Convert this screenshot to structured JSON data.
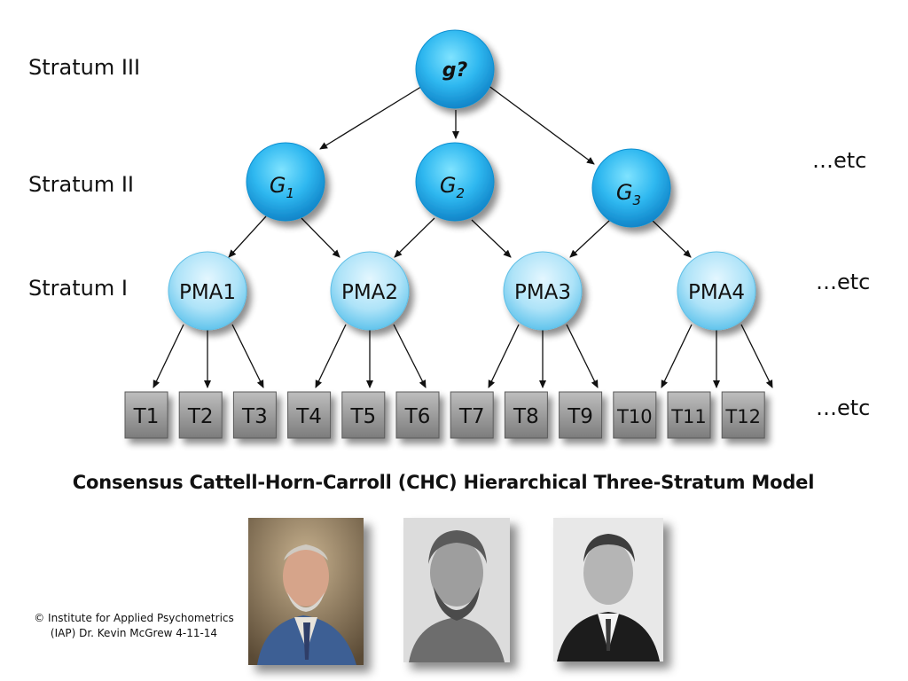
{
  "strata": [
    {
      "label": "Stratum III"
    },
    {
      "label": "Stratum II"
    },
    {
      "label": "Stratum I"
    }
  ],
  "etc_labels": [
    "…etc",
    "…etc",
    "…etc"
  ],
  "top_node": {
    "label": "g?"
  },
  "broad_nodes": [
    {
      "base": "G",
      "sub": "1"
    },
    {
      "base": "G",
      "sub": "2"
    },
    {
      "base": "G",
      "sub": "3"
    }
  ],
  "narrow_nodes": [
    "PMA1",
    "PMA2",
    "PMA3",
    "PMA4"
  ],
  "tests": [
    "T1",
    "T2",
    "T3",
    "T4",
    "T5",
    "T6",
    "T7",
    "T8",
    "T9",
    "T10",
    "T11",
    "T12"
  ],
  "caption": "Consensus Cattell-Horn-Carroll (CHC) Hierarchical Three-Stratum Model",
  "copyright": {
    "line1": "© Institute for Applied Psychometrics",
    "line2": "(IAP)  Dr. Kevin McGrew   4-11-14"
  },
  "colors": {
    "node_dark": "#1aa8e8",
    "node_light": "#5fd3ff",
    "pma_light": "#c6ebfb",
    "pma_dark": "#6fcdf2",
    "box_light": "#b5b5b5",
    "box_dark": "#7a7a7a"
  }
}
